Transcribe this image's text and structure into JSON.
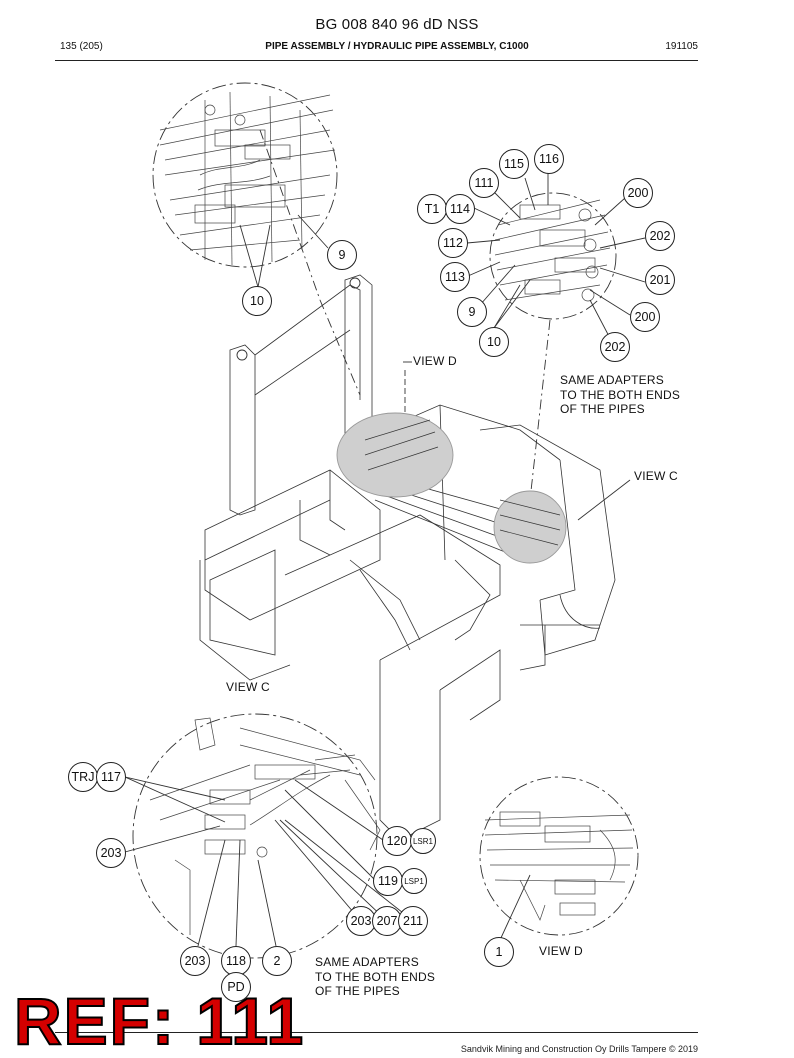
{
  "document": {
    "title": "BG 008 840 96 dD NSS",
    "page": "135 (205)",
    "section": "PIPE ASSEMBLY / HYDRAULIC PIPE ASSEMBLY, C1000",
    "code": "191105",
    "footer": "Sandvik Mining and Construction Oy Drills Tampere © 2019"
  },
  "labels": {
    "view_d_top": "VIEW D",
    "view_c_right": "VIEW C",
    "view_c_detail": "VIEW C",
    "view_d_detail": "VIEW D"
  },
  "notes": {
    "adapters_top": [
      "SAME ADAPTERS",
      "TO THE BOTH ENDS",
      "OF THE PIPES"
    ],
    "adapters_bottom": [
      "SAME ADAPTERS",
      "TO THE BOTH ENDS",
      "OF THE PIPES"
    ]
  },
  "callouts": {
    "c9a": "9",
    "c10a": "10",
    "c115": "115",
    "c116": "116",
    "c111": "111",
    "cT1": "T1",
    "c114": "114",
    "c200a": "200",
    "c112": "112",
    "c202a": "202",
    "c113": "113",
    "c201": "201",
    "c9b": "9",
    "c200b": "200",
    "c10b": "10",
    "c202b": "202",
    "cTRJ": "TRJ",
    "c117": "117",
    "c120": "120",
    "cLSR1": "LSR1",
    "c203a": "203",
    "c119": "119",
    "cLSP1": "LSP1",
    "c203b": "203",
    "c207": "207",
    "c211": "211",
    "c203c": "203",
    "c118": "118",
    "c2": "2",
    "cPD": "PD",
    "c1": "1"
  },
  "stamp": "REF: 111"
}
